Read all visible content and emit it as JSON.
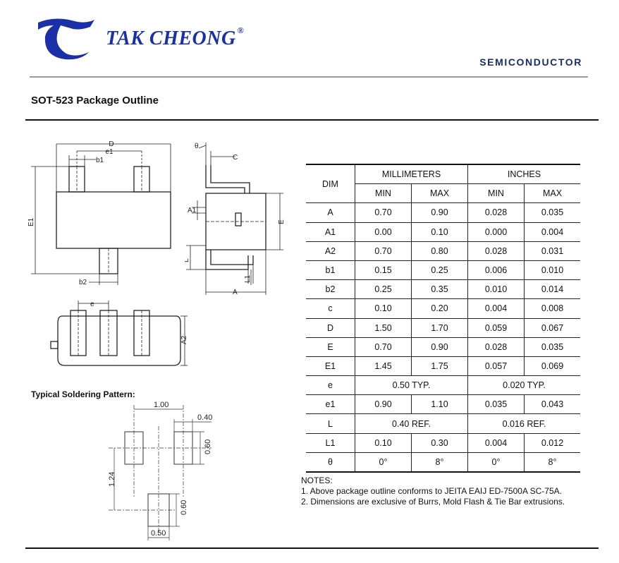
{
  "header": {
    "brand": "TAK CHEONG",
    "registered": "®",
    "division": "SEMICONDUCTOR",
    "logo_letter": "T"
  },
  "document": {
    "title": "SOT-523 Package Outline",
    "soldering_title": "Typical Soldering Pattern:"
  },
  "drawing_labels": {
    "D": "D",
    "e1": "e1",
    "b1": "b1",
    "E1": "E1",
    "b2": "b2",
    "theta": "θ",
    "c": "C",
    "A1": "A1",
    "E": "E",
    "L": "L",
    "L1": "L1",
    "A": "A",
    "e": "e",
    "A2": "A2"
  },
  "soldering_dims": {
    "w100": "1.00",
    "w040": "0.40",
    "h060a": "0.60",
    "h124": "1.24",
    "h060b": "0.60",
    "w050": "0.50"
  },
  "table": {
    "dim_header": "DIM",
    "mm_header": "MILLIMETERS",
    "in_header": "INCHES",
    "sub": [
      "MIN",
      "MAX",
      "MIN",
      "MAX"
    ],
    "rows": [
      {
        "dim": "A",
        "mm_min": "0.70",
        "mm_max": "0.90",
        "in_min": "0.028",
        "in_max": "0.035"
      },
      {
        "dim": "A1",
        "mm_min": "0.00",
        "mm_max": "0.10",
        "in_min": "0.000",
        "in_max": "0.004"
      },
      {
        "dim": "A2",
        "mm_min": "0.70",
        "mm_max": "0.80",
        "in_min": "0.028",
        "in_max": "0.031"
      },
      {
        "dim": "b1",
        "mm_min": "0.15",
        "mm_max": "0.25",
        "in_min": "0.006",
        "in_max": "0.010"
      },
      {
        "dim": "b2",
        "mm_min": "0.25",
        "mm_max": "0.35",
        "in_min": "0.010",
        "in_max": "0.014"
      },
      {
        "dim": "c",
        "mm_min": "0.10",
        "mm_max": "0.20",
        "in_min": "0.004",
        "in_max": "0.008"
      },
      {
        "dim": "D",
        "mm_min": "1.50",
        "mm_max": "1.70",
        "in_min": "0.059",
        "in_max": "0.067"
      },
      {
        "dim": "E",
        "mm_min": "0.70",
        "mm_max": "0.90",
        "in_min": "0.028",
        "in_max": "0.035"
      },
      {
        "dim": "E1",
        "mm_min": "1.45",
        "mm_max": "1.75",
        "in_min": "0.057",
        "in_max": "0.069"
      },
      {
        "dim": "e",
        "mm_typ": "0.50 TYP.",
        "in_typ": "0.020 TYP."
      },
      {
        "dim": "e1",
        "mm_min": "0.90",
        "mm_max": "1.10",
        "in_min": "0.035",
        "in_max": "0.043"
      },
      {
        "dim": "L",
        "mm_typ": "0.40 REF.",
        "in_typ": "0.016 REF."
      },
      {
        "dim": "L1",
        "mm_min": "0.10",
        "mm_max": "0.30",
        "in_min": "0.004",
        "in_max": "0.012"
      },
      {
        "dim": "θ",
        "mm_min": "0°",
        "mm_max": "8°",
        "in_min": "0°",
        "in_max": "8°"
      }
    ]
  },
  "notes": {
    "heading": "NOTES:",
    "items": [
      "1. Above package outline conforms to JEITA EAIJ ED-7500A SC-75A.",
      "2. Dimensions are exclusive of Burrs, Mold Flash & Tie Bar extrusions."
    ]
  }
}
